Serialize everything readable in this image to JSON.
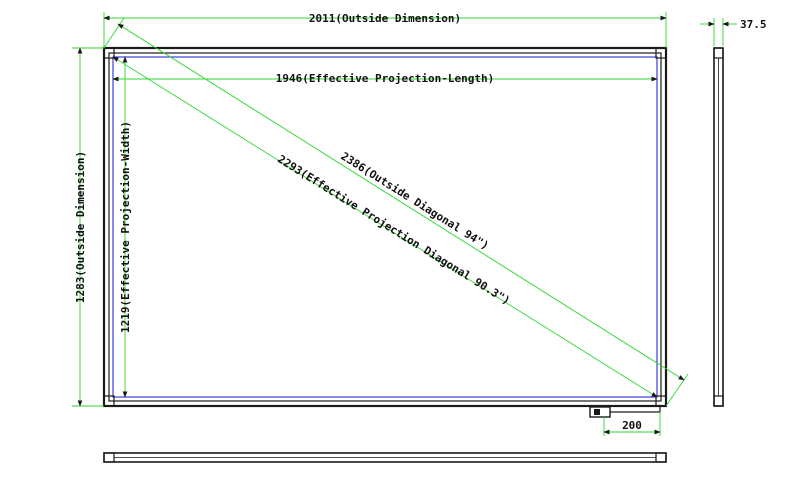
{
  "dimensions": {
    "outside_width": "2011(Outside Dimension)",
    "effective_length": "1946(Effective Projection-Length)",
    "outside_height": "1283(Outside Dimension)",
    "effective_width": "1219(Effective Projection-Width)",
    "outside_diagonal": "2386(Outside Diagonal 94\")",
    "effective_diagonal": "2293(Effective Projection Diagonal 90.3\")",
    "side_depth": "37.5",
    "cable_length": "200"
  },
  "colors": {
    "dimension": "#2fd62f",
    "frame": "#1a1a1a",
    "projection_area": "#2b2bd8"
  }
}
